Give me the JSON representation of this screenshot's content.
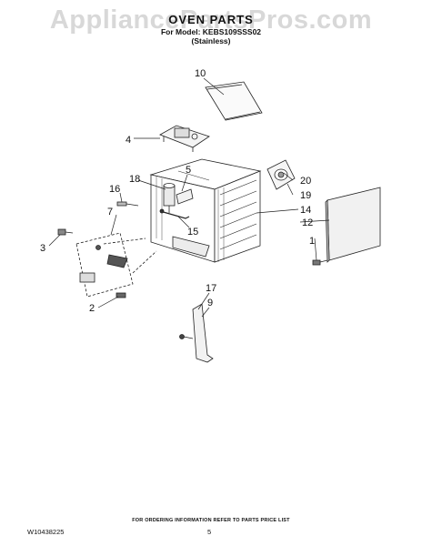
{
  "watermark": "AppliancePartsPros.com",
  "header": {
    "title": "OVEN PARTS",
    "model_line": "For Model: KEBS109SSS02",
    "finish": "(Stainless)"
  },
  "callouts": [
    "10",
    "4",
    "5",
    "18",
    "20",
    "16",
    "19",
    "7",
    "14",
    "12",
    "3",
    "15",
    "1",
    "17",
    "9",
    "2"
  ],
  "footer": {
    "ordering_note": "FOR ORDERING INFORMATION REFER TO PARTS PRICE LIST",
    "doc_number": "W10438225",
    "page": "5"
  }
}
